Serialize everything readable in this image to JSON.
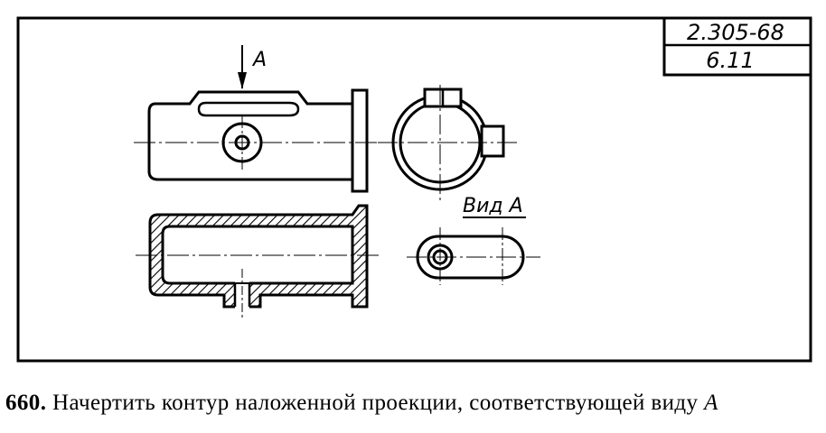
{
  "stamp": {
    "standard": "2.305-68",
    "figure": "6.11"
  },
  "labels": {
    "arrow_letter": "A",
    "view_label": "Вид А"
  },
  "caption": {
    "number": "660.",
    "text": "Начертить контур наложенной проекции, соответствующей виду",
    "variable": "А"
  }
}
